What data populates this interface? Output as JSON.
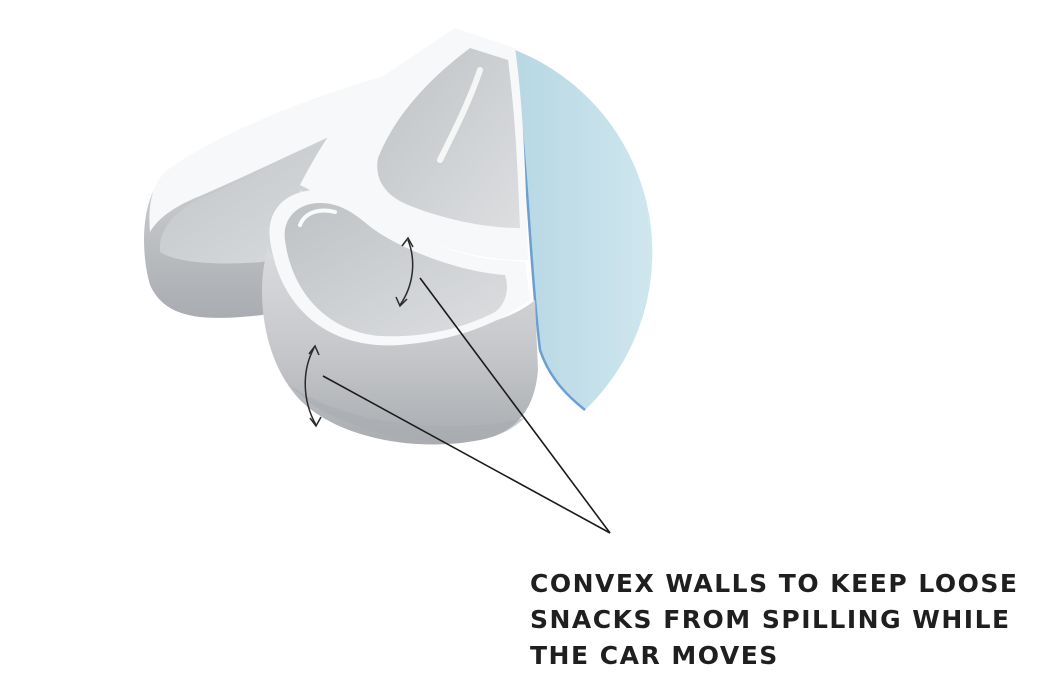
{
  "caption": {
    "lines": [
      "CONVEX WALLS TO KEEP LOOSE",
      "SNACKS FROM SPILLING WHILE",
      "THE CAR MOVES"
    ]
  },
  "colors": {
    "background": "#ffffff",
    "tray_body": "#c4c6c9",
    "tray_shadow": "#a9acb0",
    "tray_rim": "#f7f8f9",
    "tray_interior": "#d2d4d7",
    "glass_panel": "#c3dfe8",
    "glass_edge": "#6a9fd2",
    "callout_line": "#1a1a1a",
    "caption_text": "#1f1f1f"
  },
  "icons": [
    "curved-arrow-icon"
  ]
}
